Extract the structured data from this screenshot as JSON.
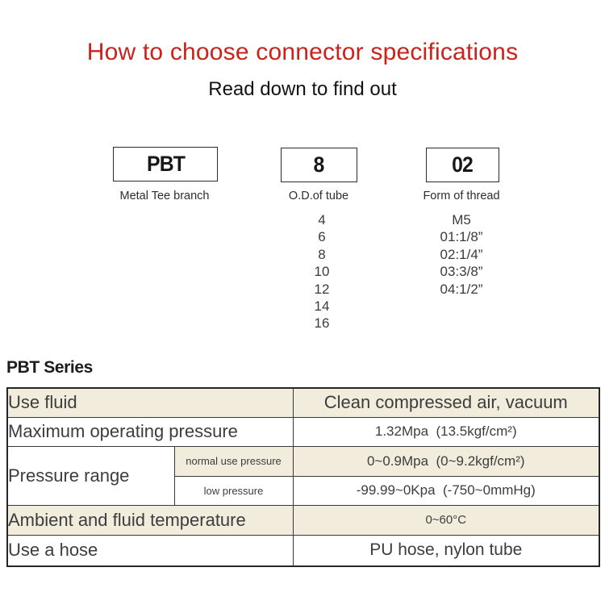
{
  "header": {
    "title": "How to choose connector specifications",
    "subtitle": "Read down to find out"
  },
  "selector": {
    "columns": [
      {
        "code": "PBT",
        "label": "Metal Tee branch",
        "options": []
      },
      {
        "code": "8",
        "label": "O.D.of tube",
        "options": [
          "4",
          "6",
          "8",
          "10",
          "12",
          "14",
          "16"
        ]
      },
      {
        "code": "02",
        "label": "Form of thread",
        "options": [
          "M5",
          "01:1/8”",
          "02:1/4”",
          "03:3/8”",
          "04:1/2”"
        ]
      }
    ]
  },
  "series": {
    "heading": "PBT Series"
  },
  "spec_table": {
    "rows": [
      {
        "label": "Use fluid",
        "value": "Clean compressed air, vacuum"
      },
      {
        "label": "Maximum operating pressure",
        "value": "1.32Mpa  (13.5kgf/cm²)"
      },
      {
        "label": "Pressure range",
        "sub_rows": [
          {
            "sub_label": "normal use pressure",
            "value": "0~0.9Mpa  (0~9.2kgf/cm²)"
          },
          {
            "sub_label": "low pressure",
            "value": "-99.99~0Kpa  (-750~0mmHg)"
          }
        ]
      },
      {
        "label": "Ambient and fluid temperature",
        "value": "0~60°C"
      },
      {
        "label": "Use a hose",
        "value": "PU hose, nylon tube"
      }
    ]
  },
  "colors": {
    "title_red": "#c9231b",
    "row_beige": "#f2ecdd",
    "table_border": "#383838"
  }
}
